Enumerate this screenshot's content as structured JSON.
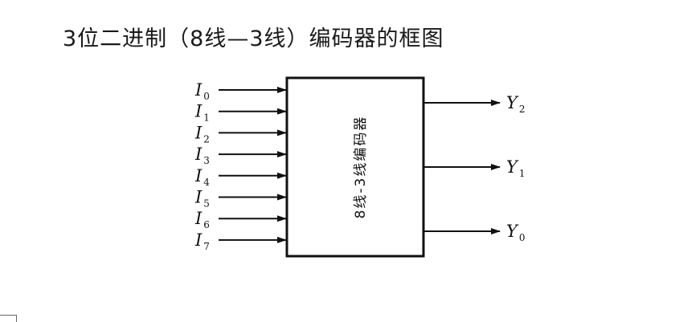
{
  "title": "3位二进制（8线—3线）编码器的框图",
  "block": {
    "label": "8线-3线编码器"
  },
  "inputs": [
    {
      "base": "I",
      "sub": "0"
    },
    {
      "base": "I",
      "sub": "1"
    },
    {
      "base": "I",
      "sub": "2"
    },
    {
      "base": "I",
      "sub": "3"
    },
    {
      "base": "I",
      "sub": "4"
    },
    {
      "base": "I",
      "sub": "5"
    },
    {
      "base": "I",
      "sub": "6"
    },
    {
      "base": "I",
      "sub": "7"
    }
  ],
  "outputs": [
    {
      "base": "Y",
      "sub": "2"
    },
    {
      "base": "Y",
      "sub": "1"
    },
    {
      "base": "Y",
      "sub": "0"
    }
  ],
  "colors": {
    "line": "#111111",
    "background": "#ffffff"
  }
}
